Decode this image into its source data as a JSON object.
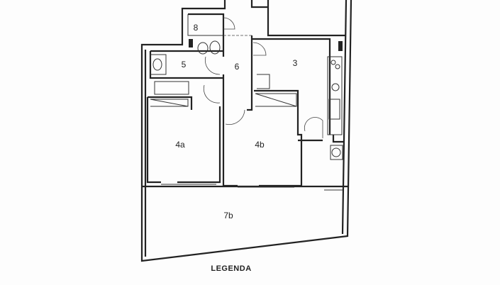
{
  "floor_plan": {
    "rooms": [
      {
        "id": "room-8",
        "label": "8"
      },
      {
        "id": "room-5",
        "label": "5"
      },
      {
        "id": "room-6",
        "label": "6"
      },
      {
        "id": "room-3",
        "label": "3"
      },
      {
        "id": "room-4a",
        "label": "4a"
      },
      {
        "id": "room-4b",
        "label": "4b"
      },
      {
        "id": "room-7b",
        "label": "7b"
      }
    ],
    "legend_title": "LEGENDA"
  }
}
